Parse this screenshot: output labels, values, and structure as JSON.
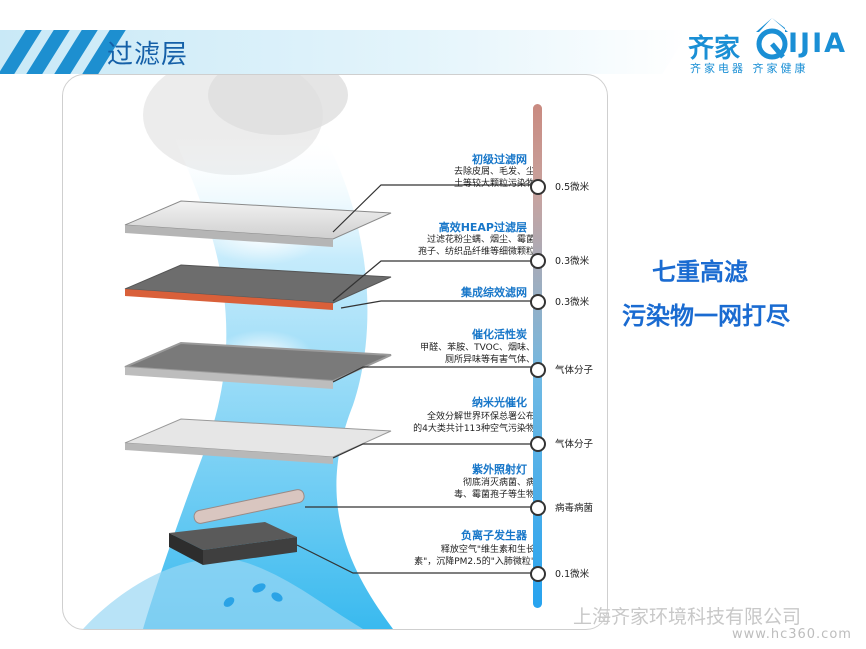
{
  "header": {
    "title": "过滤层"
  },
  "logo": {
    "cn": "齐家",
    "en": "IJIA",
    "tagline": "齐家电器  齐家健康"
  },
  "layers": [
    {
      "title": "初级过滤网",
      "desc": [
        "去除皮屑、毛发、尘",
        "土等较大颗粒污染物"
      ],
      "scale_label": "0.5微米"
    },
    {
      "title": "高效HEAP过滤层",
      "desc": [
        "过滤花粉尘螨、烟尘、霉菌",
        "孢子、纺织品纤维等细微颗粒"
      ],
      "scale_label": "0.3微米"
    },
    {
      "title": "集成综效滤网",
      "desc": [],
      "scale_label": "0.3微米"
    },
    {
      "title": "催化活性炭",
      "desc": [
        "甲醛、苯胺、TVOC、烟味、",
        "厕所异味等有害气体、"
      ],
      "scale_label": "气体分子"
    },
    {
      "title": "纳米光催化",
      "desc": [
        "全效分解世界环保总署公布",
        "的4大类共计113种空气污染物"
      ],
      "scale_label": "气体分子"
    },
    {
      "title": "紫外照射灯",
      "desc": [
        "彻底消灭病菌、病",
        "毒、霉菌孢子等生物"
      ],
      "scale_label": "病毒病菌"
    },
    {
      "title": "负离子发生器",
      "desc": [
        "释放空气\"维生素和生长",
        "素\"，沉降PM2.5的\"入肺微粒\""
      ],
      "scale_label": "0.1微米"
    }
  ],
  "slogan": {
    "line1": "七重高滤",
    "line2": "污染物一网打尽"
  },
  "company": "上海齐家环境科技有限公司",
  "watermark": "www.hc360.com",
  "colors": {
    "accent": "#1a6bd1",
    "title_blue": "#1877c9",
    "scale_top": "#c98a80",
    "scale_bottom": "#27a3ef"
  }
}
